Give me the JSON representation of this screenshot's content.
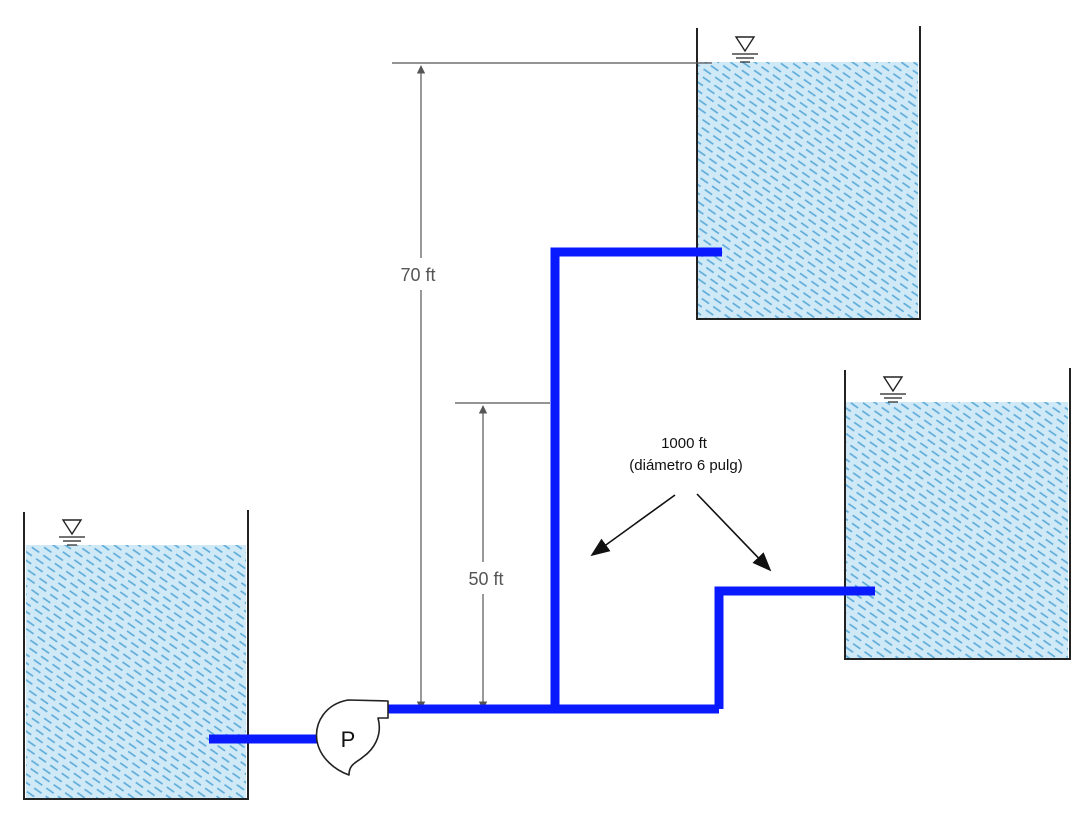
{
  "colors": {
    "pipe": "#0a1aff",
    "water_fill": "#cfe9f7",
    "water_hatch": "#5aa9d8",
    "wall": "#222222",
    "dimension": "#555555"
  },
  "icons": {
    "free_surface": "inverted-triangle-water-level-icon",
    "pump": "pump-icon"
  },
  "dimensions": {
    "high_tank_label": "70 ft",
    "middle_tank_label": "50 ft"
  },
  "pipe_note": {
    "line1": "1000 ft",
    "line2": "(diámetro 6 pulg)"
  },
  "pump": {
    "label": "P"
  }
}
